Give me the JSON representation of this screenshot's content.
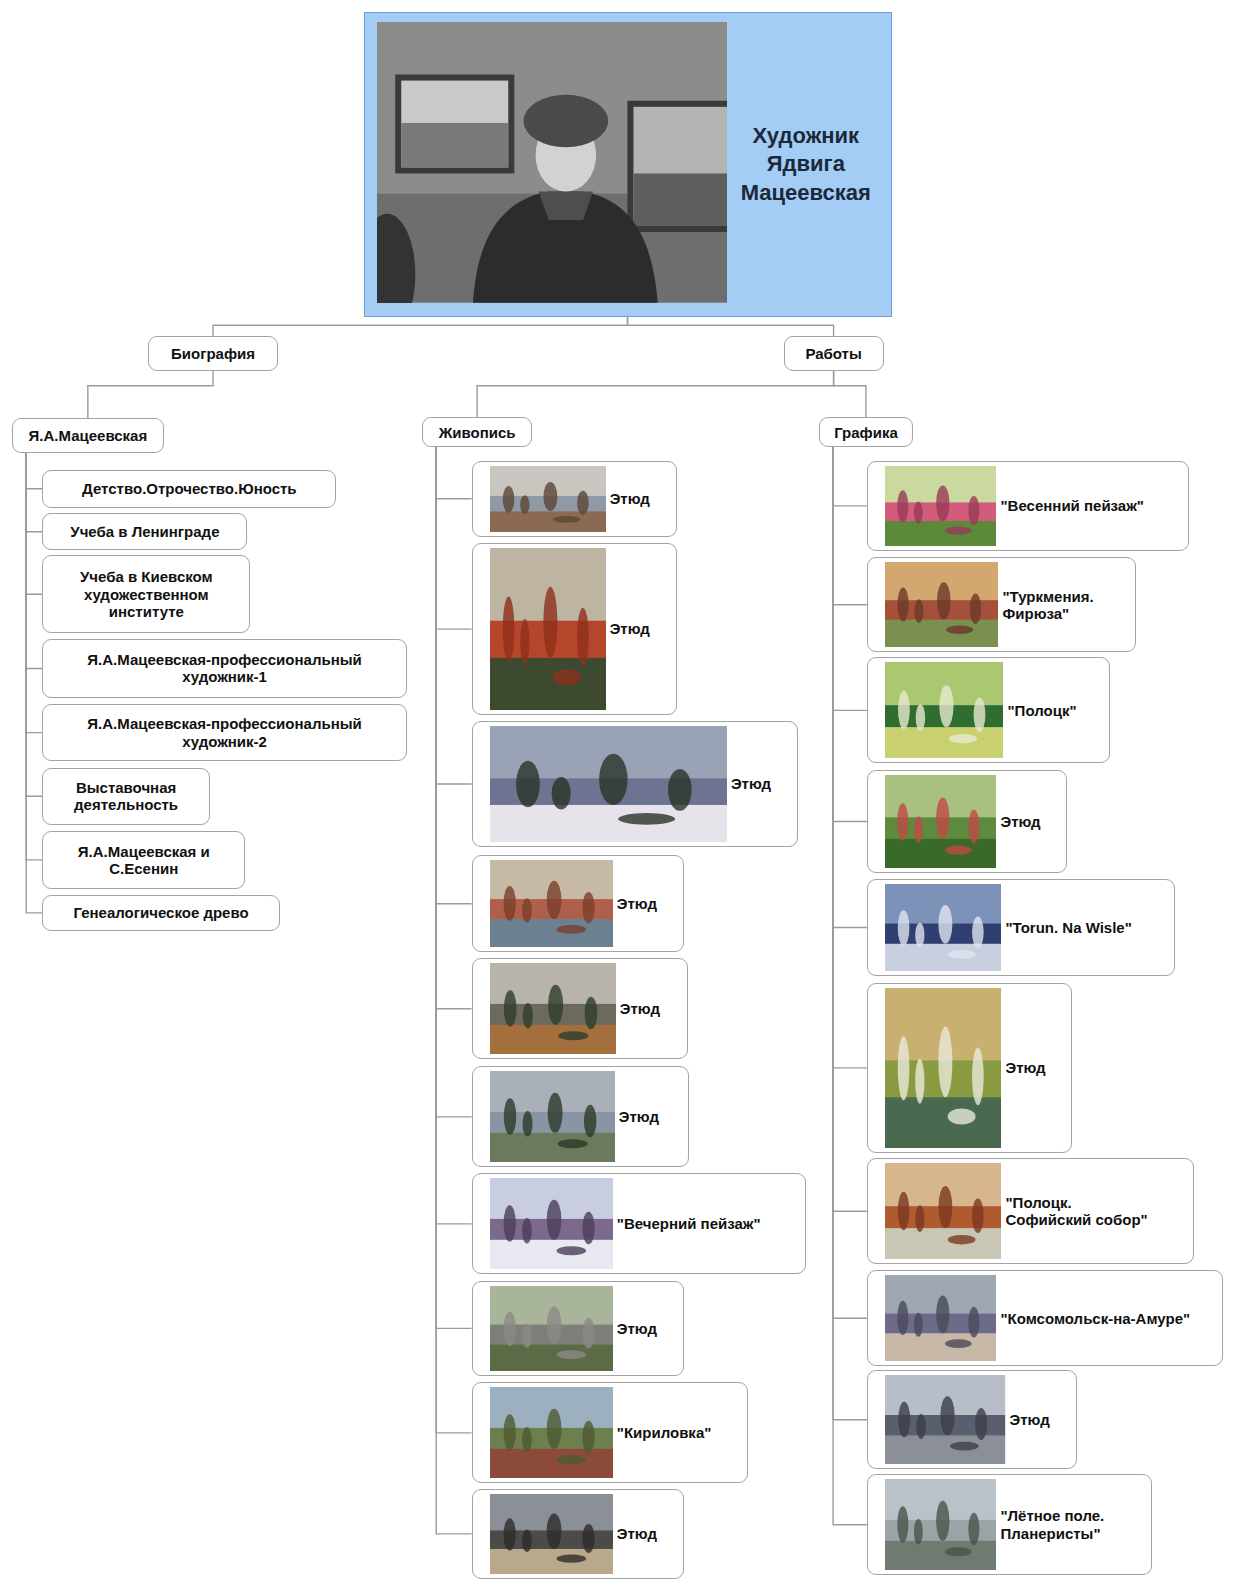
{
  "diagram": {
    "nodes": [
      {
        "text": [
          "Художник Ядвига Мацеевская"
        ]
      },
      {
        "text": [
          "Биография"
        ]
      },
      {
        "text": [
          "Работы"
        ]
      },
      {
        "text": [
          "Я.А.Мацеевская"
        ]
      },
      {
        "text": [
          "Детство.Отрочество.Юность"
        ]
      },
      {
        "text": [
          "Учеба в Ленинграде"
        ]
      },
      {
        "text": [
          "Учеба в Киевском художественном институте"
        ]
      },
      {
        "text": [
          "Я.А.Мацеевская-профессиональный художник-1"
        ]
      },
      {
        "text": [
          "Я.А.Мацеевская-профессиональный художник-2"
        ]
      },
      {
        "text": [
          "Выставочная деятельность"
        ]
      },
      {
        "text": [
          "Я.А.Мацеевская и С.Есенин"
        ]
      },
      {
        "text": [
          "Генеалогическое древо"
        ]
      },
      {
        "text": [
          "Живопись"
        ]
      },
      {
        "text": [
          "Этюд"
        ]
      },
      {
        "text": [
          "Этюд"
        ]
      },
      {
        "text": [
          "Этюд"
        ]
      },
      {
        "text": [
          "Этюд"
        ]
      },
      {
        "text": [
          "Этюд"
        ]
      },
      {
        "text": [
          "Этюд"
        ]
      },
      {
        "text": [
          "\"Вечерний пейзаж\""
        ]
      },
      {
        "text": [
          "Этюд"
        ]
      },
      {
        "text": [
          "\"Кириловка\""
        ]
      },
      {
        "text": [
          "Этюд"
        ]
      },
      {
        "text": [
          "Графика"
        ]
      },
      {
        "text": [
          "\"Весенний пейзаж\""
        ]
      },
      {
        "text": [
          "\"Туркмения. Фирюза\""
        ]
      },
      {
        "text": [
          "\"Полоцк\""
        ]
      },
      {
        "text": [
          "Этюд"
        ]
      },
      {
        "text": [
          "\"Torun. Na Wisle\""
        ]
      },
      {
        "text": [
          "Этюд"
        ]
      },
      {
        "text": [
          "\"Полоцк. Софийский собор\""
        ]
      },
      {
        "text": [
          "\"Комсомольск-на-Амуре\""
        ]
      },
      {
        "text": [
          "Этюд"
        ]
      },
      {
        "text": [
          "\"Лётное поле. Планеристы\""
        ]
      }
    ],
    "edges": [
      {
        "from": 0,
        "to": 1,
        "arrow": "none"
      },
      {
        "from": 0,
        "to": 2,
        "arrow": "none"
      },
      {
        "from": 1,
        "to": 3,
        "arrow": "none"
      },
      {
        "from": 3,
        "to": 4,
        "arrow": "none"
      },
      {
        "from": 3,
        "to": 5,
        "arrow": "none"
      },
      {
        "from": 3,
        "to": 6,
        "arrow": "none"
      },
      {
        "from": 3,
        "to": 7,
        "arrow": "none"
      },
      {
        "from": 3,
        "to": 8,
        "arrow": "none"
      },
      {
        "from": 3,
        "to": 9,
        "arrow": "none"
      },
      {
        "from": 3,
        "to": 10,
        "arrow": "none"
      },
      {
        "from": 3,
        "to": 11,
        "arrow": "none"
      },
      {
        "from": 2,
        "to": 12,
        "arrow": "none"
      },
      {
        "from": 2,
        "to": 23,
        "arrow": "none"
      },
      {
        "from": 12,
        "to": 13,
        "arrow": "none"
      },
      {
        "from": 12,
        "to": 14,
        "arrow": "none"
      },
      {
        "from": 12,
        "to": 15,
        "arrow": "none"
      },
      {
        "from": 12,
        "to": 16,
        "arrow": "none"
      },
      {
        "from": 12,
        "to": 17,
        "arrow": "none"
      },
      {
        "from": 12,
        "to": 18,
        "arrow": "none"
      },
      {
        "from": 12,
        "to": 19,
        "arrow": "none"
      },
      {
        "from": 12,
        "to": 20,
        "arrow": "none"
      },
      {
        "from": 12,
        "to": 21,
        "arrow": "none"
      },
      {
        "from": 12,
        "to": 22,
        "arrow": "none"
      },
      {
        "from": 23,
        "to": 24,
        "arrow": "none"
      },
      {
        "from": 23,
        "to": 25,
        "arrow": "none"
      },
      {
        "from": 23,
        "to": 26,
        "arrow": "none"
      },
      {
        "from": 23,
        "to": 27,
        "arrow": "none"
      },
      {
        "from": 23,
        "to": 28,
        "arrow": "none"
      },
      {
        "from": 23,
        "to": 29,
        "arrow": "none"
      },
      {
        "from": 23,
        "to": 30,
        "arrow": "none"
      },
      {
        "from": 23,
        "to": 31,
        "arrow": "none"
      },
      {
        "from": 23,
        "to": 32,
        "arrow": "none"
      },
      {
        "from": 23,
        "to": 33,
        "arrow": "none"
      }
    ]
  }
}
